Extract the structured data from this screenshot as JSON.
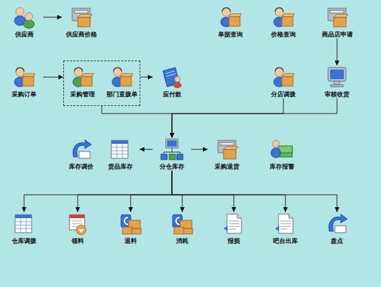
{
  "diagram": {
    "nodes": [
      {
        "text": [
          "供应商"
        ]
      },
      {
        "text": [
          "供应商价格"
        ]
      },
      {
        "text": [
          "单据查询"
        ]
      },
      {
        "text": [
          "价格查询"
        ]
      },
      {
        "text": [
          "商品店申请"
        ]
      },
      {
        "text": [
          "采购订单"
        ]
      },
      {
        "text": []
      },
      {
        "text": [
          "采购管理"
        ],
        "in": 6
      },
      {
        "text": [
          "部门直拨单"
        ],
        "in": 6
      },
      {
        "text": [
          "应付款"
        ]
      },
      {
        "text": [
          "分店调拨"
        ]
      },
      {
        "text": [
          "审核收货"
        ]
      },
      {
        "text": [
          "库存调价"
        ]
      },
      {
        "text": [
          "货品库存"
        ]
      },
      {
        "text": [
          "分仓库存"
        ]
      },
      {
        "text": [
          "采购退货"
        ]
      },
      {
        "text": [
          "库存报警"
        ]
      },
      {
        "text": [
          "仓库调拨"
        ]
      },
      {
        "text": [
          "领料"
        ]
      },
      {
        "text": [
          "退料"
        ]
      },
      {
        "text": [
          "消耗"
        ]
      },
      {
        "text": [
          "报损"
        ]
      },
      {
        "text": [
          "吧台出库"
        ]
      },
      {
        "text": [
          "盘点"
        ]
      }
    ],
    "edges": [
      {
        "from": 0,
        "to": 1,
        "arrow": "to"
      },
      {
        "from": 5,
        "to": 6,
        "arrow": "to"
      },
      {
        "from": 6,
        "to": 9,
        "arrow": "to"
      },
      {
        "from": 4,
        "to": 11,
        "arrow": "to"
      },
      {
        "from": 6,
        "to": 14,
        "arrow": "to"
      },
      {
        "from": 10,
        "to": 14,
        "arrow": "to"
      },
      {
        "from": 11,
        "to": 14,
        "arrow": "to"
      },
      {
        "from": 14,
        "to": 13,
        "arrow": "to"
      },
      {
        "from": 14,
        "to": 15,
        "arrow": "to"
      },
      {
        "from": 14,
        "to": 17,
        "arrow": "to"
      },
      {
        "from": 14,
        "to": 18,
        "arrow": "to"
      },
      {
        "from": 14,
        "to": 19,
        "arrow": "to"
      },
      {
        "from": 14,
        "to": 20,
        "arrow": "to"
      },
      {
        "from": 14,
        "to": 21,
        "arrow": "to"
      },
      {
        "from": 14,
        "to": 22,
        "arrow": "to"
      },
      {
        "from": 14,
        "to": 23,
        "arrow": "to"
      }
    ]
  }
}
